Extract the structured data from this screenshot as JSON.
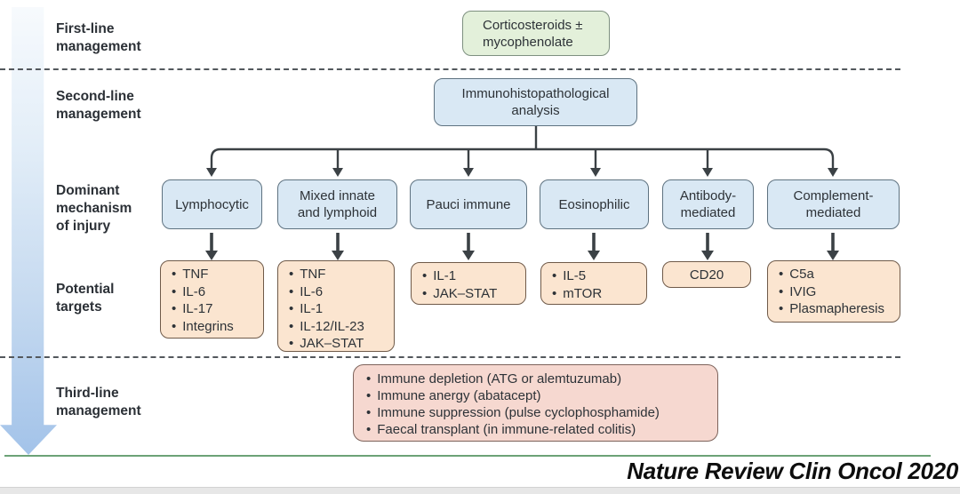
{
  "labels": {
    "first_line": "First-line\nmanagement",
    "second_line": "Second-line\nmanagement",
    "dominant_mechanism": "Dominant\nmechanism\nof injury",
    "potential_targets": "Potential\ntargets",
    "third_line": "Third-line\nmanagement"
  },
  "first_line_box": "Corticosteroids ±\nmycophenolate",
  "second_line_box": "Immunohistopathological\nanalysis",
  "mechanisms": [
    {
      "label": "Lymphocytic"
    },
    {
      "label": "Mixed innate\nand lymphoid"
    },
    {
      "label": "Pauci immune"
    },
    {
      "label": "Eosinophilic"
    },
    {
      "label": "Antibody-\nmediated"
    },
    {
      "label": "Complement-\nmediated"
    }
  ],
  "targets": [
    {
      "items": [
        "TNF",
        "IL-6",
        "IL-17",
        "Integrins"
      ]
    },
    {
      "items": [
        "TNF",
        "IL-6",
        "IL-1",
        "IL-12/IL-23",
        "JAK–STAT"
      ]
    },
    {
      "items": [
        "IL-1",
        "JAK–STAT"
      ]
    },
    {
      "items": [
        "IL-5",
        "mTOR"
      ]
    },
    {
      "text": "CD20"
    },
    {
      "items": [
        "C5a",
        "IVIG",
        "Plasmapheresis"
      ]
    }
  ],
  "third_line_items": [
    "Immune depletion (ATG or alemtuzumab)",
    "Immune anergy (abatacept)",
    "Immune suppression (pulse cyclophosphamide)",
    "Faecal transplant (in immune-related colitis)"
  ],
  "citation": "Nature Review Clin Oncol 2020",
  "colors": {
    "first_line_box_bg": "#e3f0da",
    "mechanism_box_bg": "#d9e8f4",
    "target_box_bg": "#fbe5d0",
    "third_line_box_bg": "#f6d8d0",
    "connector": "#3b4145",
    "stage_arrow_gradient_end": "#a3c3e9",
    "footer_rule": "#6ca277"
  }
}
